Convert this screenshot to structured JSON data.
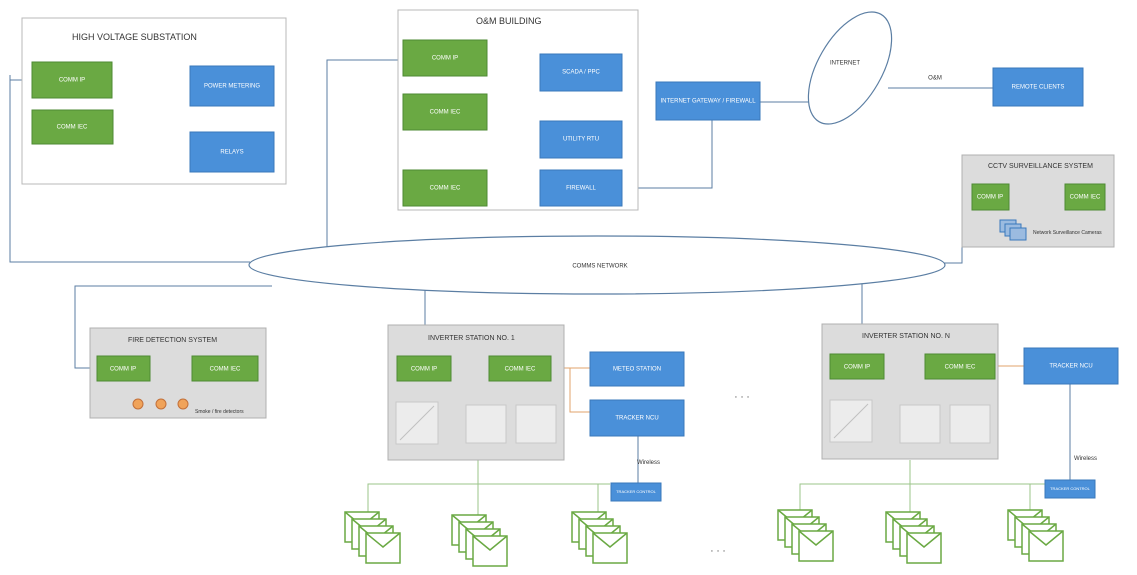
{
  "sections": {
    "substation_title": "HIGH VOLTAGE SUBSTATION",
    "om_building_title": "O&M BUILDING",
    "internet_label": "INTERNET",
    "om_link_label": "O&M",
    "cctv_title": "CCTV SURVEILLANCE SYSTEM",
    "network_label": "COMMS NETWORK",
    "fire_title": "FIRE DETECTION SYSTEM",
    "inv1_title": "INVERTER STATION NO. 1",
    "invn_title": "INVERTER STATION NO. N"
  },
  "boxes": {
    "sub_comm_ip": "COMM IP",
    "sub_comm_iec": "COMM IEC",
    "power_metering": "POWER METERING",
    "relays": "RELAYS",
    "om_comm_ip": "COMM IP",
    "om_comm_iec": "COMM IEC",
    "scada_ppc": "SCADA / PPC",
    "utility_rtu": "UTILITY RTU",
    "om_comm_iec2": "COMM IEC",
    "firewall": "FIREWALL",
    "internet_gateway": "INTERNET GATEWAY / FIREWALL",
    "remote_clients": "REMOTE CLIENTS",
    "cctv_comm_ip": "COMM IP",
    "cctv_comm_iec": "COMM IEC",
    "fire_comm_ip": "COMM IP",
    "fire_comm_iec": "COMM IEC",
    "inv1_comm_ip": "COMM IP",
    "inv1_comm_iec": "COMM IEC",
    "met_station": "METEO STATION",
    "inv1_tracker": "TRACKER NCU",
    "invn_comm_ip": "COMM IP",
    "invn_comm_iec": "COMM IEC",
    "invn_tracker": "TRACKER NCU",
    "inv1_tracker_ctrl": "TRACKER CONTROL",
    "invn_tracker_ctrl": "TRACKER CONTROL"
  },
  "labels": {
    "cctv_cameras": "Network Surveillance Cameras",
    "smoke_detectors": "Smoke / fire detectors",
    "wireless_1": "Wireless",
    "wireless_n": "Wireless",
    "ellipsis_middle": "· · ·",
    "ellipsis_bottom": "· · ·"
  }
}
